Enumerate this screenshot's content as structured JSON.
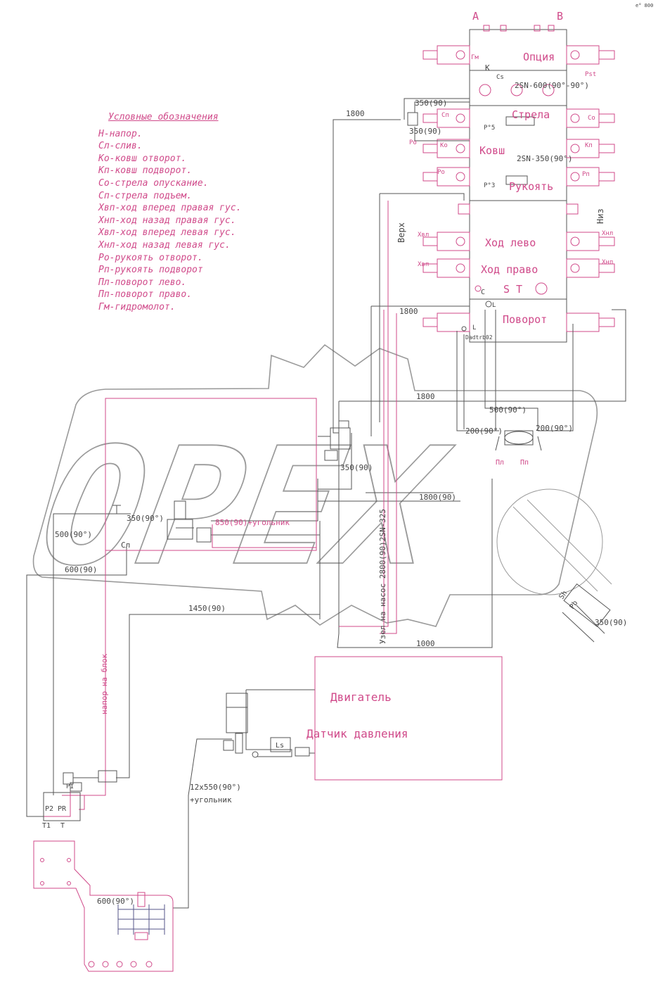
{
  "legend": {
    "title": "Условные обозначения",
    "items": [
      "Н-напор.",
      "Сл-слив.",
      "Ко-ковш отворот.",
      "Кп-ковш подворот.",
      "Со-стрела опускание.",
      "Сп-стрела подъем.",
      "Хвп-ход вперед правая гус.",
      "Хнп-ход назад правая гус.",
      "Хвл-ход вперед левая гус.",
      "Хнл-ход назад левая гус.",
      "Ро-рукоять отворот.",
      "Рп-рукоять подворот",
      "Пл-поворот лево.",
      "Пп-поворот право.",
      "Гм-гидромолот."
    ]
  },
  "valve_block": {
    "port_a": "A",
    "port_b": "B",
    "sections": {
      "option": "Опция",
      "boom": "Стрела",
      "bucket": "Ковш",
      "arm": "Рукоять",
      "travel_left": "Ход лево",
      "travel_right": "Ход право",
      "st": "S T",
      "swing": "Поворот"
    },
    "hose_600": "2SN-600(90°-90°)",
    "hose_350": "2SN-350(90°)",
    "side_top": "Верх",
    "side_bottom": "Низ",
    "ports": {
      "gm": "Гм",
      "pst": "Pst",
      "k": "K",
      "cs": "Cs",
      "sp": "Сп",
      "so": "Со",
      "ko": "Ко",
      "kp": "Кп",
      "ro": "Ро",
      "rp": "Рп",
      "p5": "P°5",
      "p3": "P°3",
      "hvl": "Хвл",
      "hnl": "Хнл",
      "hvp": "Хвп",
      "hnp": "Хнп",
      "c": "C",
      "l": "L",
      "dr": "Dadtrb02"
    }
  },
  "hoses": {
    "h1800_top": "1800",
    "h350_top": "350(90)",
    "h350_b": "350(90)",
    "h1800_mid": "1800",
    "h1800_low": "1800",
    "h500_swing": "500(90°)",
    "h200_l": "200(90°)",
    "h200_r": "200(90°)",
    "pl": "Пл",
    "pp": "Пп",
    "h350_c": "350(90)",
    "h1800_90": "1800(90)",
    "h350_90_left": "350(90°)",
    "h850": "850(90)+угольник",
    "h500_left": "500(90°)",
    "sl": "Сл",
    "h600": "600(90)",
    "h1450": "1450(90)",
    "vertical_pump": "Узел на насос 2800(90)2SN-325",
    "h1000": "1000",
    "sh": "Sh",
    "pb": "Pb",
    "h350_swivel": "350(90)",
    "pressure_to_block": "напор на блок",
    "h12x550": "12х550(90°)",
    "corner": "+угольник",
    "h600_bottom": "600(90°)"
  },
  "engine": {
    "title": "Двигатель",
    "sensor": "Датчик давления",
    "ls": "Ls"
  },
  "pump": {
    "p2": "P2",
    "pr": "PR",
    "p1": "P1",
    "t1": "T1",
    "t": "T"
  },
  "watermark": "OPEX",
  "corner_mark": "e° 800",
  "colors": {
    "line_dark": "#555555",
    "line_pink": "#d04a8a",
    "line_light": "#bbbbbb",
    "text_pink": "#d04a8a",
    "text_dark": "#444444"
  }
}
